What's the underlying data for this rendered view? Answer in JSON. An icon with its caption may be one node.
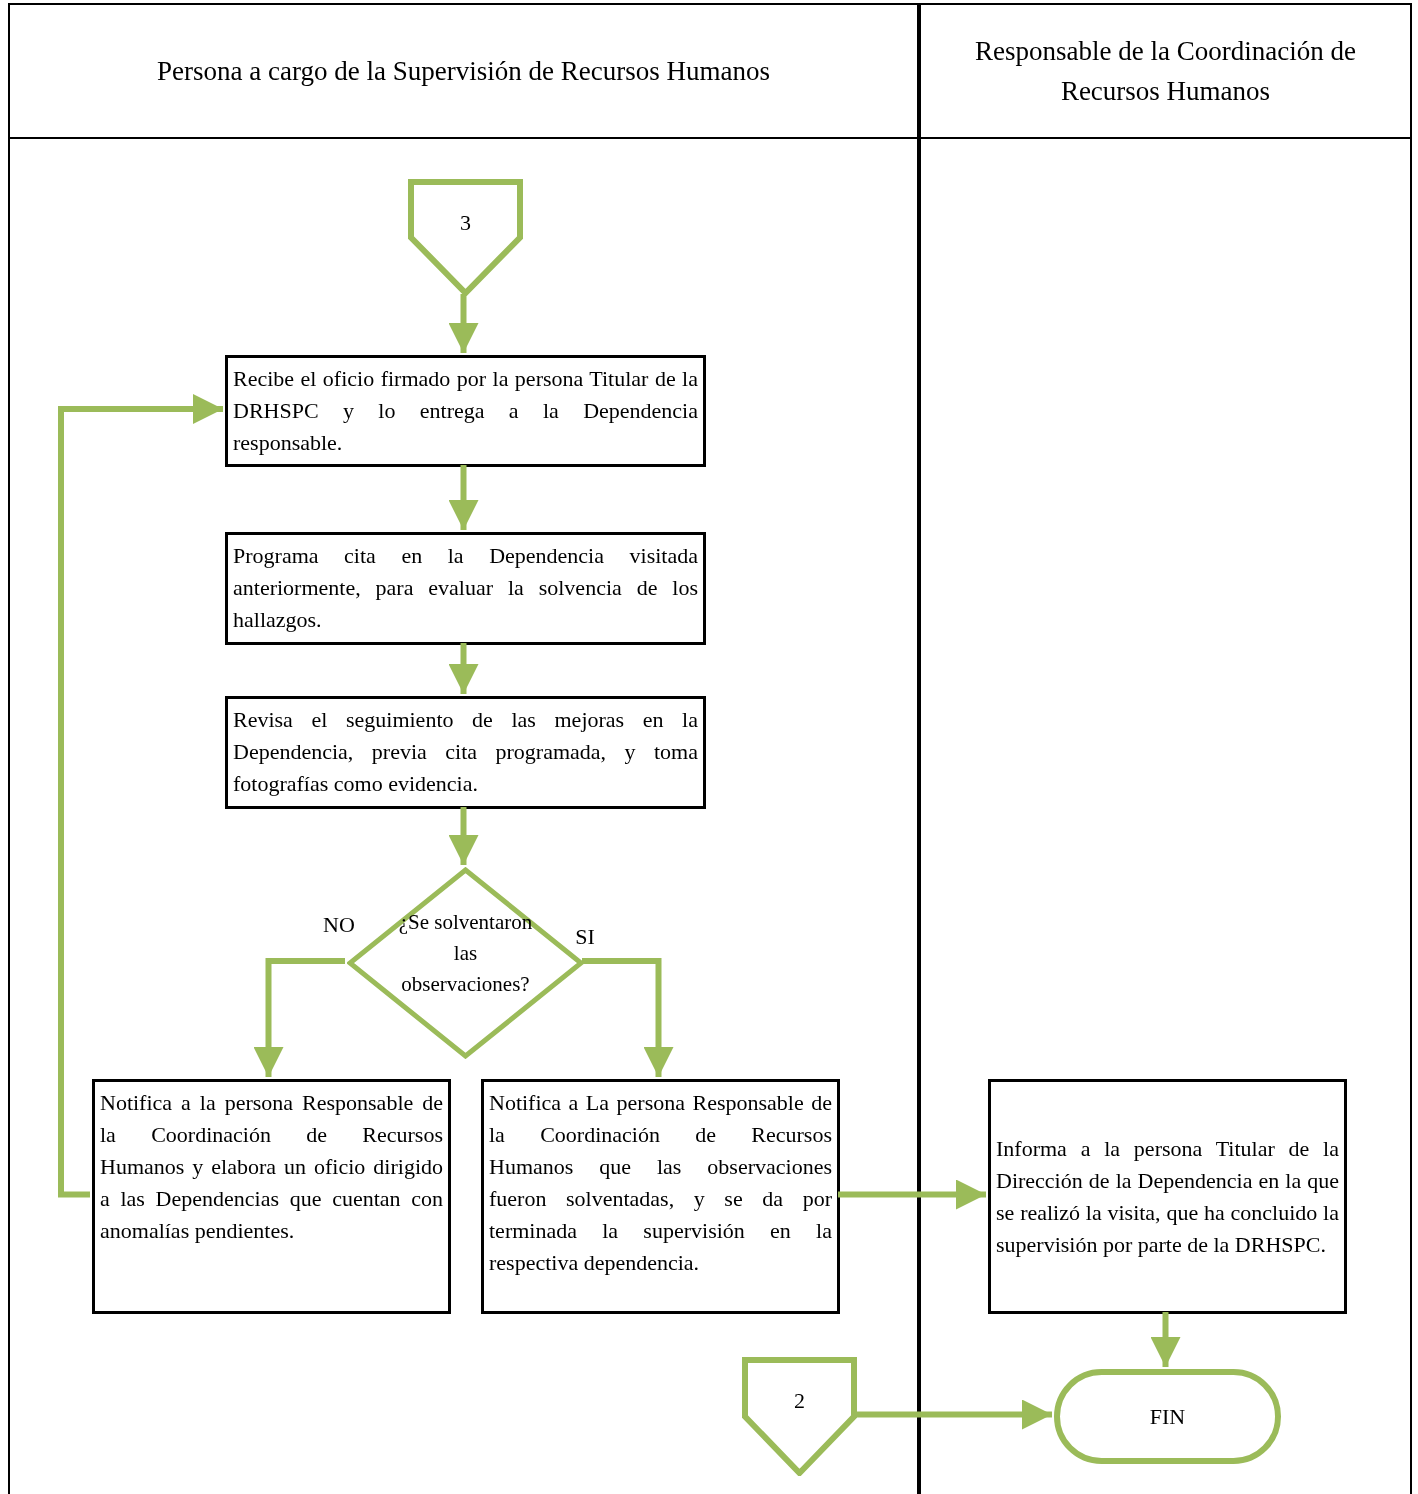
{
  "diagram": {
    "nodes": [
      {
        "text": [
          "Persona a cargo de la Supervisión de Recursos Humanos"
        ]
      },
      {
        "text": [
          "Responsable de la Coordinación de Recursos Humanos"
        ]
      },
      {
        "text": [
          "3"
        ],
        "in": 0
      },
      {
        "text": [
          "Recibe el oficio firmado por la persona Titular de la DRHSPC y lo entrega a la Dependencia responsable."
        ],
        "in": 0
      },
      {
        "text": [
          "Programa cita en la Dependencia visitada anteriormente, para evaluar la solvencia de los hallazgos."
        ],
        "in": 0
      },
      {
        "text": [
          "Revisa el seguimiento de las mejoras en la Dependencia, previa cita programada, y toma fotografías como evidencia."
        ],
        "in": 0
      },
      {
        "text": [
          "¿Se solventaron las observaciones?"
        ],
        "in": 0
      },
      {
        "text": [
          "Notifica a la persona Responsable de la Coordinación de Recursos Humanos y elabora un oficio dirigido a las Dependencias que cuentan con anomalías pendientes."
        ],
        "in": 0
      },
      {
        "text": [
          "Notifica a La persona Responsable de la Coordinación de Recursos Humanos que las observaciones fueron solventadas, y se da por terminada la supervisión en la respectiva dependencia."
        ],
        "in": 0
      },
      {
        "text": [
          "Informa a la persona Titular de la Dirección de la Dependencia en la que se realizó la visita, que ha concluido la supervisión por parte de la DRHSPC."
        ],
        "in": 1
      },
      {
        "text": [
          "2"
        ],
        "in": 0
      },
      {
        "text": [
          "FIN"
        ],
        "in": 1
      }
    ],
    "edges": [
      {
        "from": 2,
        "to": 3,
        "arrow": "to"
      },
      {
        "from": 3,
        "to": 4,
        "arrow": "to"
      },
      {
        "from": 4,
        "to": 5,
        "arrow": "to"
      },
      {
        "from": 5,
        "to": 6,
        "arrow": "to"
      },
      {
        "from": 6,
        "to": 7,
        "arrow": "to",
        "label": "NO"
      },
      {
        "from": 6,
        "to": 8,
        "arrow": "to",
        "label": "SI"
      },
      {
        "from": 7,
        "to": 3,
        "arrow": "to"
      },
      {
        "from": 8,
        "to": 9,
        "arrow": "to"
      },
      {
        "from": 9,
        "to": 11,
        "arrow": "to"
      },
      {
        "from": 10,
        "to": 11,
        "arrow": "to"
      }
    ]
  }
}
